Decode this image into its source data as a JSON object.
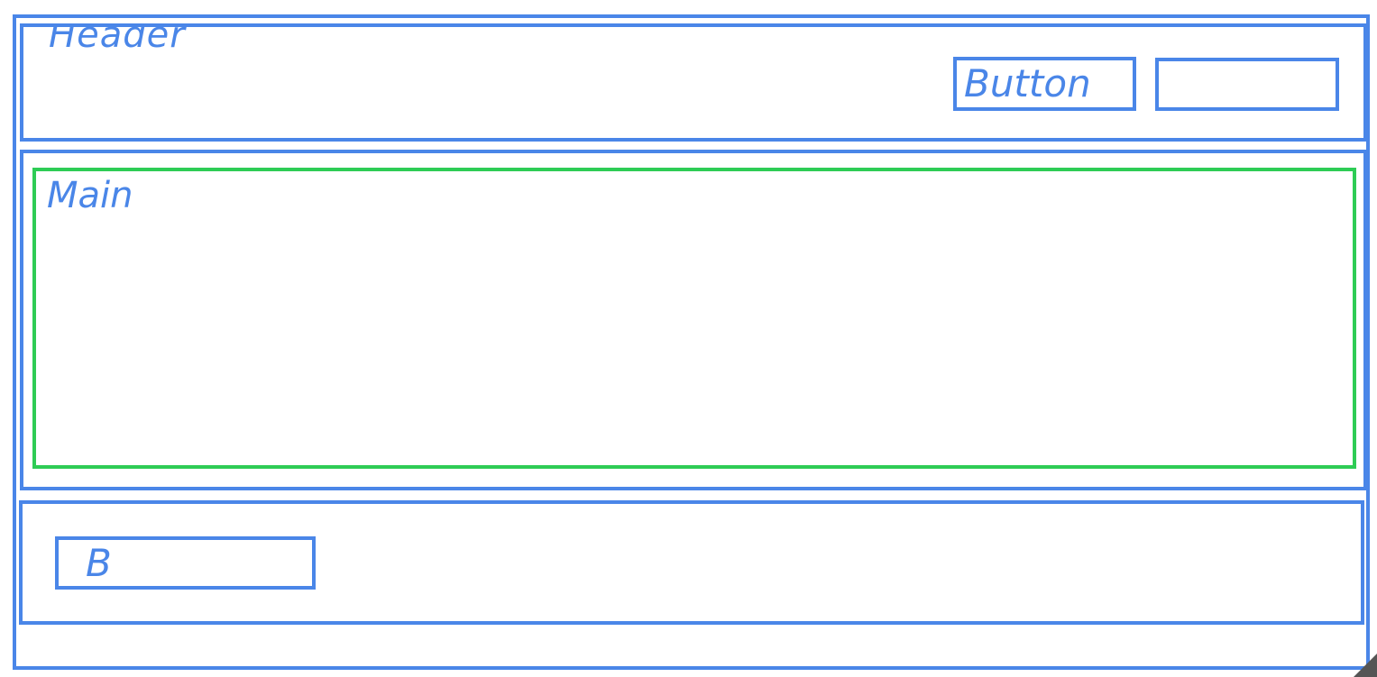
{
  "header": {
    "label": "Header",
    "button_label": "Button",
    "field_value": ""
  },
  "main": {
    "label": "Main"
  },
  "footer": {
    "button_label": "B"
  },
  "colors": {
    "box_outline": "#4a86e8",
    "main_outline": "#2ecc55",
    "corner_mark": "#555555"
  }
}
